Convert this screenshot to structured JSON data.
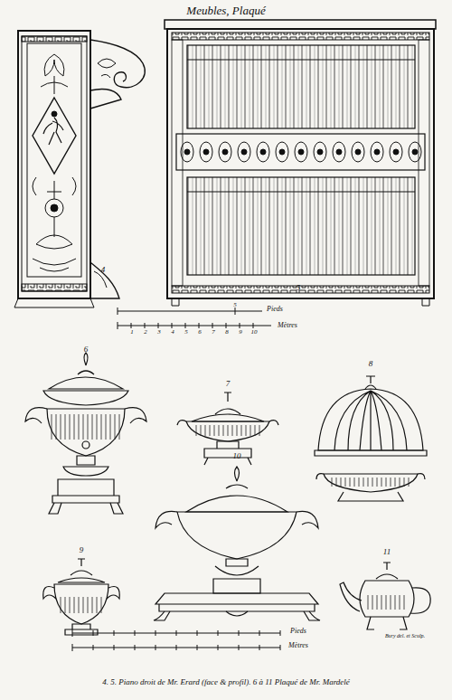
{
  "diagram": {
    "title": "Meubles, Plaqué",
    "caption": "4. 5. Piano droit de Mr. Erard (face & profil). 6 à 11 Plaqué de Mr. Mardelé",
    "labels": [
      "4",
      "5",
      "5",
      "Pieds",
      "1",
      "2",
      "3",
      "4",
      "5",
      "6",
      "7",
      "8",
      "9",
      "10",
      "Mètres",
      "6",
      "7",
      "8",
      "9",
      "10",
      "11",
      "Pieds",
      "Mètres",
      "Bury del. et Sculp."
    ]
  }
}
